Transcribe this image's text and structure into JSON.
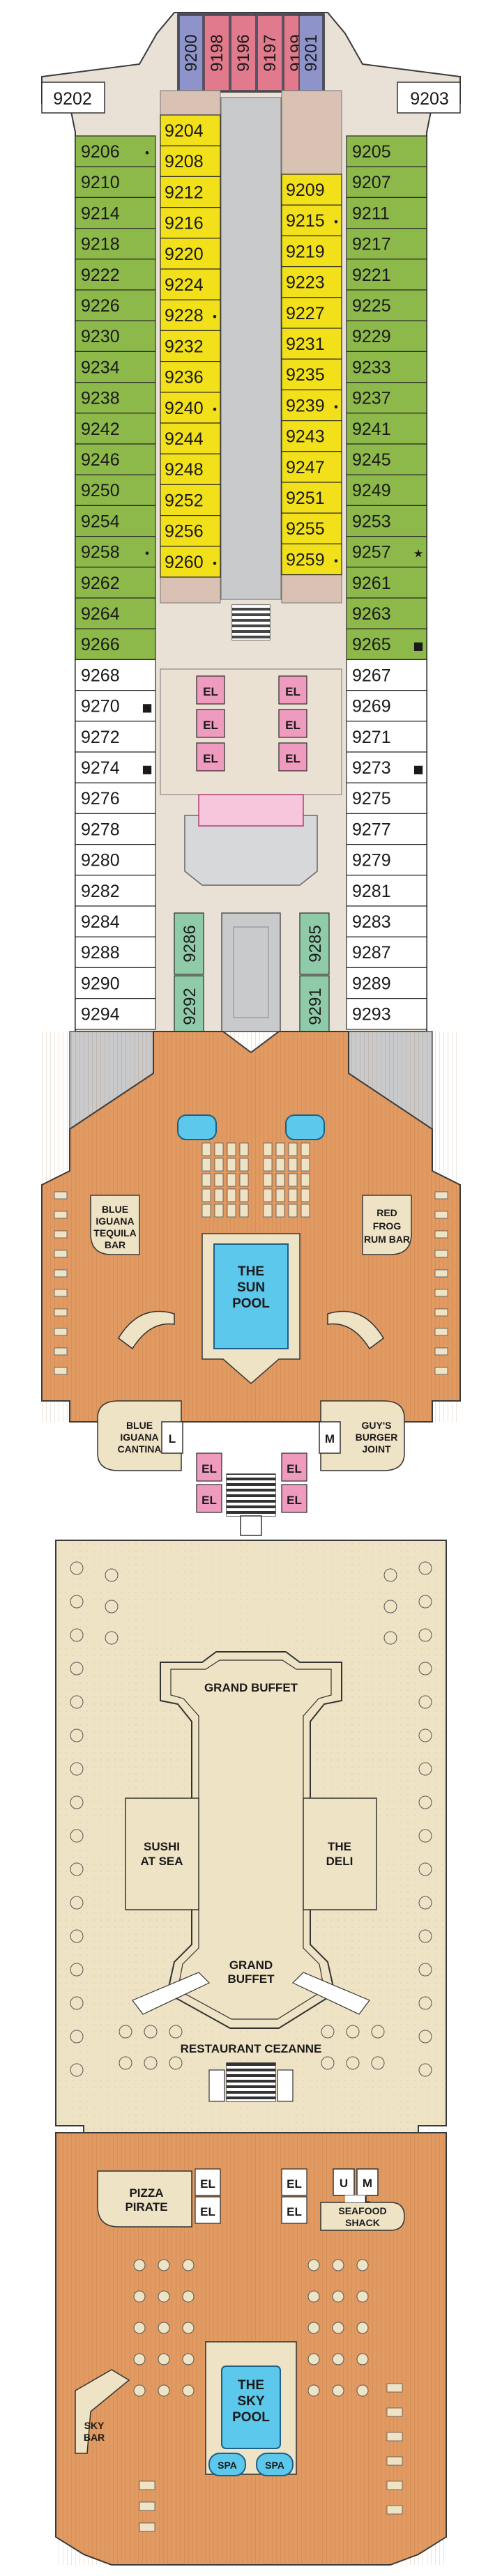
{
  "colors": {
    "green": "#8db84a",
    "yellow": "#f2e11a",
    "red": "#e07a8c",
    "blue_cab": "#8e94c9",
    "white_cab": "#ffffff",
    "tan": "#d9c2b4",
    "elevator": "#ef9bbf",
    "pool": "#5cc8ec",
    "deck_wood": "#e19a61",
    "deck_lido": "#efe3c6",
    "hull_gray": "#c9cacc",
    "teal": "#8fcaa9"
  },
  "bow": {
    "fwd_top": [
      "9198",
      "9196",
      "9197",
      "9199"
    ],
    "fwd_side": [
      "9200",
      "9201"
    ],
    "side_left": "9202",
    "side_right": "9203"
  },
  "left_cabins": [
    {
      "n": "9206",
      "c": "green",
      "m": "•"
    },
    {
      "n": "9210",
      "c": "green",
      "m": ""
    },
    {
      "n": "9214",
      "c": "green",
      "m": ""
    },
    {
      "n": "9218",
      "c": "green",
      "m": ""
    },
    {
      "n": "9222",
      "c": "green",
      "m": ""
    },
    {
      "n": "9226",
      "c": "green",
      "m": ""
    },
    {
      "n": "9230",
      "c": "green",
      "m": ""
    },
    {
      "n": "9234",
      "c": "green",
      "m": ""
    },
    {
      "n": "9238",
      "c": "green",
      "m": ""
    },
    {
      "n": "9242",
      "c": "green",
      "m": ""
    },
    {
      "n": "9246",
      "c": "green",
      "m": ""
    },
    {
      "n": "9250",
      "c": "green",
      "m": ""
    },
    {
      "n": "9254",
      "c": "green",
      "m": ""
    },
    {
      "n": "9258",
      "c": "green",
      "m": "•"
    },
    {
      "n": "9262",
      "c": "green",
      "m": ""
    },
    {
      "n": "9264",
      "c": "green",
      "m": ""
    },
    {
      "n": "9266",
      "c": "green",
      "m": ""
    },
    {
      "n": "9268",
      "c": "white",
      "m": ""
    },
    {
      "n": "9270",
      "c": "white",
      "m": "■"
    },
    {
      "n": "9272",
      "c": "white",
      "m": ""
    },
    {
      "n": "9274",
      "c": "white",
      "m": "■"
    },
    {
      "n": "9276",
      "c": "white",
      "m": ""
    },
    {
      "n": "9278",
      "c": "white",
      "m": ""
    },
    {
      "n": "9280",
      "c": "white",
      "m": ""
    },
    {
      "n": "9282",
      "c": "white",
      "m": ""
    },
    {
      "n": "9284",
      "c": "white",
      "m": ""
    },
    {
      "n": "9288",
      "c": "white",
      "m": ""
    },
    {
      "n": "9290",
      "c": "white",
      "m": ""
    },
    {
      "n": "9294",
      "c": "white",
      "m": ""
    }
  ],
  "right_cabins": [
    {
      "n": "9205",
      "c": "green",
      "m": ""
    },
    {
      "n": "9207",
      "c": "green",
      "m": ""
    },
    {
      "n": "9211",
      "c": "green",
      "m": ""
    },
    {
      "n": "9217",
      "c": "green",
      "m": ""
    },
    {
      "n": "9221",
      "c": "green",
      "m": ""
    },
    {
      "n": "9225",
      "c": "green",
      "m": ""
    },
    {
      "n": "9229",
      "c": "green",
      "m": ""
    },
    {
      "n": "9233",
      "c": "green",
      "m": ""
    },
    {
      "n": "9237",
      "c": "green",
      "m": ""
    },
    {
      "n": "9241",
      "c": "green",
      "m": ""
    },
    {
      "n": "9245",
      "c": "green",
      "m": ""
    },
    {
      "n": "9249",
      "c": "green",
      "m": ""
    },
    {
      "n": "9253",
      "c": "green",
      "m": ""
    },
    {
      "n": "9257",
      "c": "green",
      "m": "★"
    },
    {
      "n": "9261",
      "c": "green",
      "m": ""
    },
    {
      "n": "9263",
      "c": "green",
      "m": ""
    },
    {
      "n": "9265",
      "c": "green",
      "m": "■"
    },
    {
      "n": "9267",
      "c": "white",
      "m": ""
    },
    {
      "n": "9269",
      "c": "white",
      "m": ""
    },
    {
      "n": "9271",
      "c": "white",
      "m": ""
    },
    {
      "n": "9273",
      "c": "white",
      "m": "■"
    },
    {
      "n": "9275",
      "c": "white",
      "m": ""
    },
    {
      "n": "9277",
      "c": "white",
      "m": ""
    },
    {
      "n": "9279",
      "c": "white",
      "m": ""
    },
    {
      "n": "9281",
      "c": "white",
      "m": ""
    },
    {
      "n": "9283",
      "c": "white",
      "m": ""
    },
    {
      "n": "9287",
      "c": "white",
      "m": ""
    },
    {
      "n": "9289",
      "c": "white",
      "m": ""
    },
    {
      "n": "9293",
      "c": "white",
      "m": ""
    }
  ],
  "inner_left_cabins": [
    {
      "n": "9204",
      "m": ""
    },
    {
      "n": "9208",
      "m": ""
    },
    {
      "n": "9212",
      "m": ""
    },
    {
      "n": "9216",
      "m": ""
    },
    {
      "n": "9220",
      "m": ""
    },
    {
      "n": "9224",
      "m": ""
    },
    {
      "n": "9228",
      "m": "•"
    },
    {
      "n": "9232",
      "m": ""
    },
    {
      "n": "9236",
      "m": ""
    },
    {
      "n": "9240",
      "m": "•"
    },
    {
      "n": "9244",
      "m": ""
    },
    {
      "n": "9248",
      "m": ""
    },
    {
      "n": "9252",
      "m": ""
    },
    {
      "n": "9256",
      "m": ""
    },
    {
      "n": "9260",
      "m": "•"
    }
  ],
  "inner_right_cabins": [
    {
      "n": "9209",
      "m": ""
    },
    {
      "n": "9215",
      "m": "•"
    },
    {
      "n": "9219",
      "m": ""
    },
    {
      "n": "9223",
      "m": ""
    },
    {
      "n": "9227",
      "m": ""
    },
    {
      "n": "9231",
      "m": ""
    },
    {
      "n": "9235",
      "m": ""
    },
    {
      "n": "9239",
      "m": "•"
    },
    {
      "n": "9243",
      "m": ""
    },
    {
      "n": "9247",
      "m": ""
    },
    {
      "n": "9251",
      "m": ""
    },
    {
      "n": "9255",
      "m": ""
    },
    {
      "n": "9259",
      "m": "•"
    }
  ],
  "teal_cabins": [
    "9286",
    "9292",
    "9285",
    "9291"
  ],
  "elevator_label": "EL",
  "places": {
    "blue_iguana_tequila_bar": [
      "BLUE",
      "IGUANA",
      "TEQUILA",
      "BAR"
    ],
    "red_frog_rum_bar": [
      "RED",
      "FROG",
      "RUM BAR"
    ],
    "sun_pool": [
      "THE",
      "SUN",
      "POOL"
    ],
    "blue_iguana_cantina": [
      "BLUE",
      "IGUANA",
      "CANTINA"
    ],
    "guys_burger_joint": [
      "GUY'S",
      "BURGER",
      "JOINT"
    ],
    "grand_buffet_top": "GRAND BUFFET",
    "sushi_at_sea": [
      "SUSHI",
      "AT SEA"
    ],
    "the_deli": [
      "THE",
      "DELI"
    ],
    "grand_buffet_bottom": [
      "GRAND",
      "BUFFET"
    ],
    "restaurant_cezanne": "RESTAURANT CEZANNE",
    "pizza_pirate": [
      "PIZZA",
      "PIRATE"
    ],
    "seafood_shack": [
      "SEAFOOD",
      "SHACK"
    ],
    "sky_bar": [
      "SKY",
      "BAR"
    ],
    "sky_pool": [
      "THE",
      "SKY",
      "POOL"
    ],
    "spa": "SPA",
    "restroom_l": "L",
    "restroom_m": "M",
    "restroom_u": "U"
  }
}
